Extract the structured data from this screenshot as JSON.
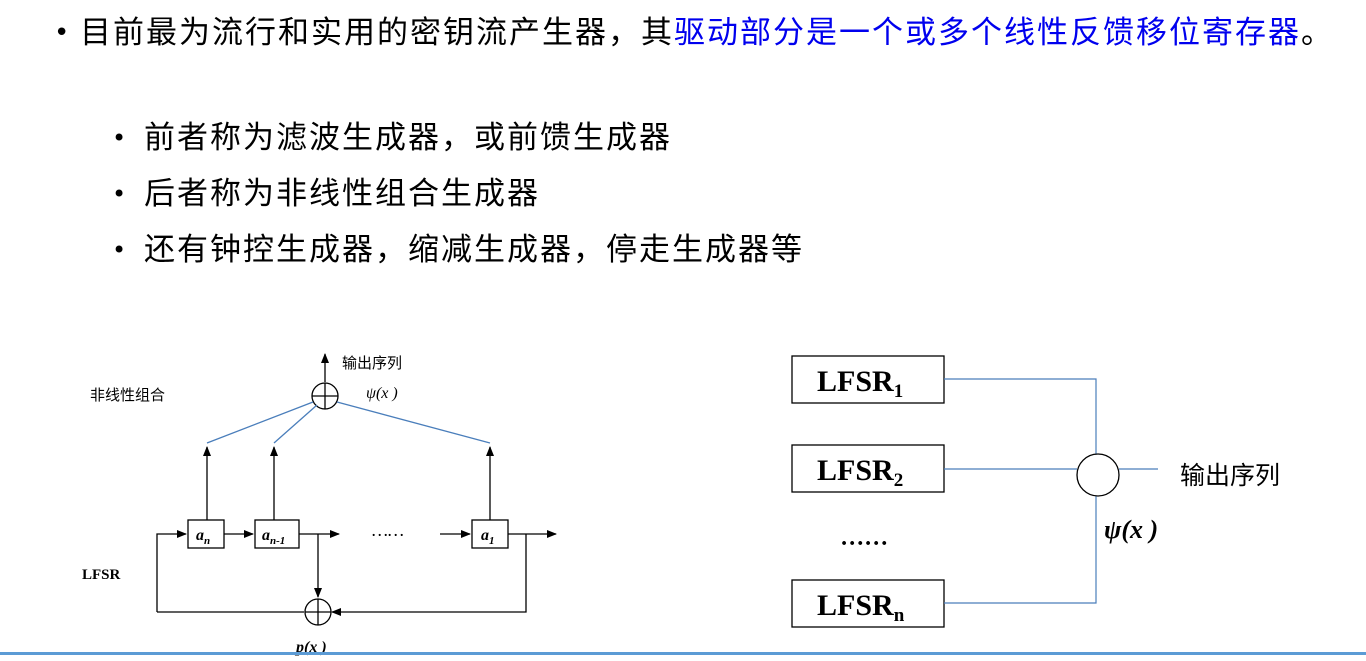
{
  "bullet_main": {
    "text_black": "目前最为流行和实用的密钥流产生器，其",
    "text_blue": "驱动部分是一个或多个线性反馈移位寄存器",
    "text_end": "。"
  },
  "sub_bullets": [
    "前者称为滤波生成器，或前馈生成器",
    "后者称为非线性组合生成器",
    "还有钟控生成器，缩减生成器，停走生成器等"
  ],
  "left_diagram": {
    "output_label": "输出序列",
    "nonlinear_label": "非线性组合",
    "psi_label": "ψ(x )",
    "lfsr_label": "LFSR",
    "cell_an": "a",
    "cell_an_sub": "n",
    "cell_an1": "a",
    "cell_an1_sub": "n-1",
    "cell_a1": "a",
    "cell_a1_sub": "1",
    "ellipsis": "……",
    "feedback_label": "p(x )"
  },
  "right_diagram": {
    "lfsr1": "LFSR",
    "lfsr1_sub": "1",
    "lfsr2": "LFSR",
    "lfsr2_sub": "2",
    "ellipsis": "……",
    "lfsrn": "LFSR",
    "lfsrn_sub": "n",
    "output_label": "输出序列",
    "psi_label": "ψ(x )"
  },
  "colors": {
    "link_text": "#0000ee",
    "line_blue": "#4a7ebb",
    "rule": "#5b9bd5"
  }
}
